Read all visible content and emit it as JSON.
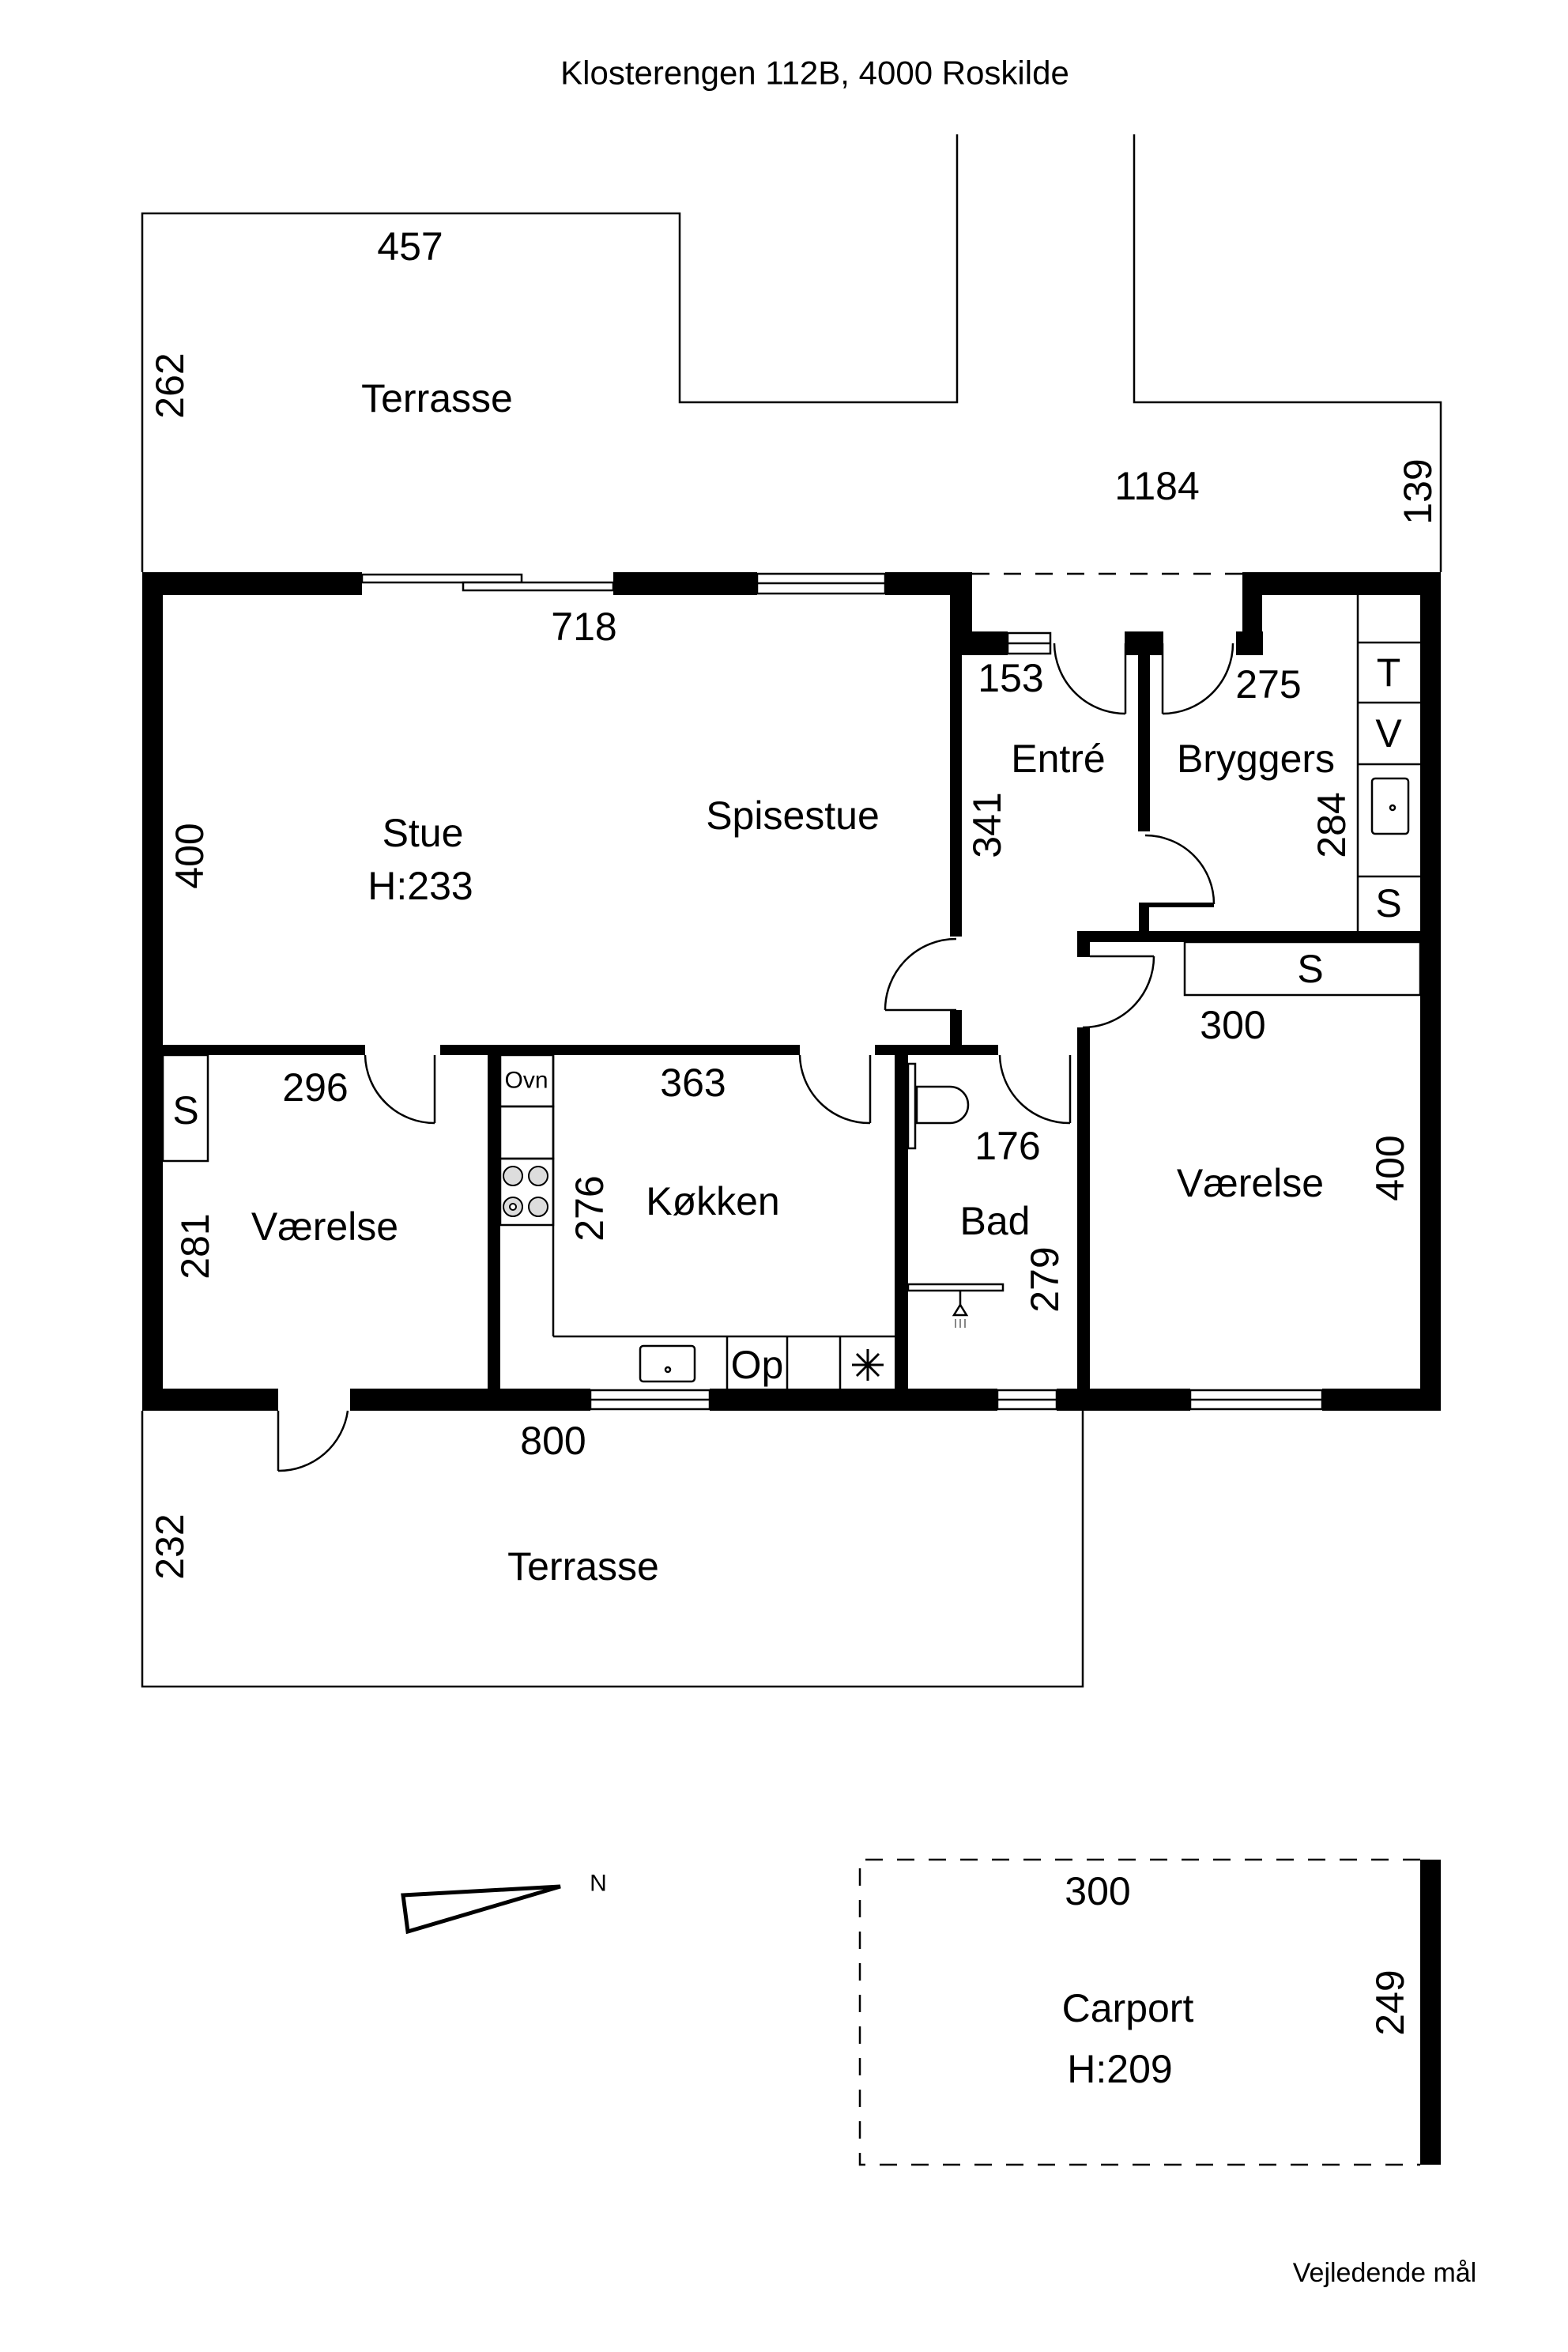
{
  "title": "Klosterengen 112B, 4000 Roskilde",
  "rooms": {
    "terrace_top": "Terrasse",
    "stue": "Stue",
    "stue_height": "H:233",
    "spisestue": "Spisestue",
    "entre": "Entré",
    "bryggers": "Bryggers",
    "vaerelse_left": "Værelse",
    "kokken": "Køkken",
    "bad": "Bad",
    "vaerelse_right": "Værelse",
    "terrace_bottom": "Terrasse",
    "carport": "Carport",
    "carport_height": "H:209"
  },
  "dimensions": {
    "terrace_top_width": "457",
    "terrace_top_depth": "262",
    "terrace_total_width": "1184",
    "terrace_right_depth": "139",
    "stue_width": "718",
    "stue_depth": "400",
    "entre_width": "153",
    "entre_depth": "341",
    "bryggers_width": "275",
    "bryggers_depth": "284",
    "vaerelse_left_width": "296",
    "vaerelse_left_depth": "281",
    "kokken_width": "363",
    "kokken_depth": "276",
    "bad_width": "176",
    "bad_depth": "279",
    "vaerelse_right_width": "300",
    "vaerelse_right_depth": "400",
    "terrace_bottom_width": "800",
    "terrace_bottom_depth": "232",
    "carport_width": "300",
    "carport_depth": "249"
  },
  "fixtures": {
    "bryggers_t": "T",
    "bryggers_v": "V",
    "bryggers_s": "S",
    "vaerelse_right_s": "S",
    "vaerelse_left_s": "S",
    "oven": "Ovn",
    "dishwasher": "Op"
  },
  "compass_label": "N",
  "footer": "Vejledende mål"
}
